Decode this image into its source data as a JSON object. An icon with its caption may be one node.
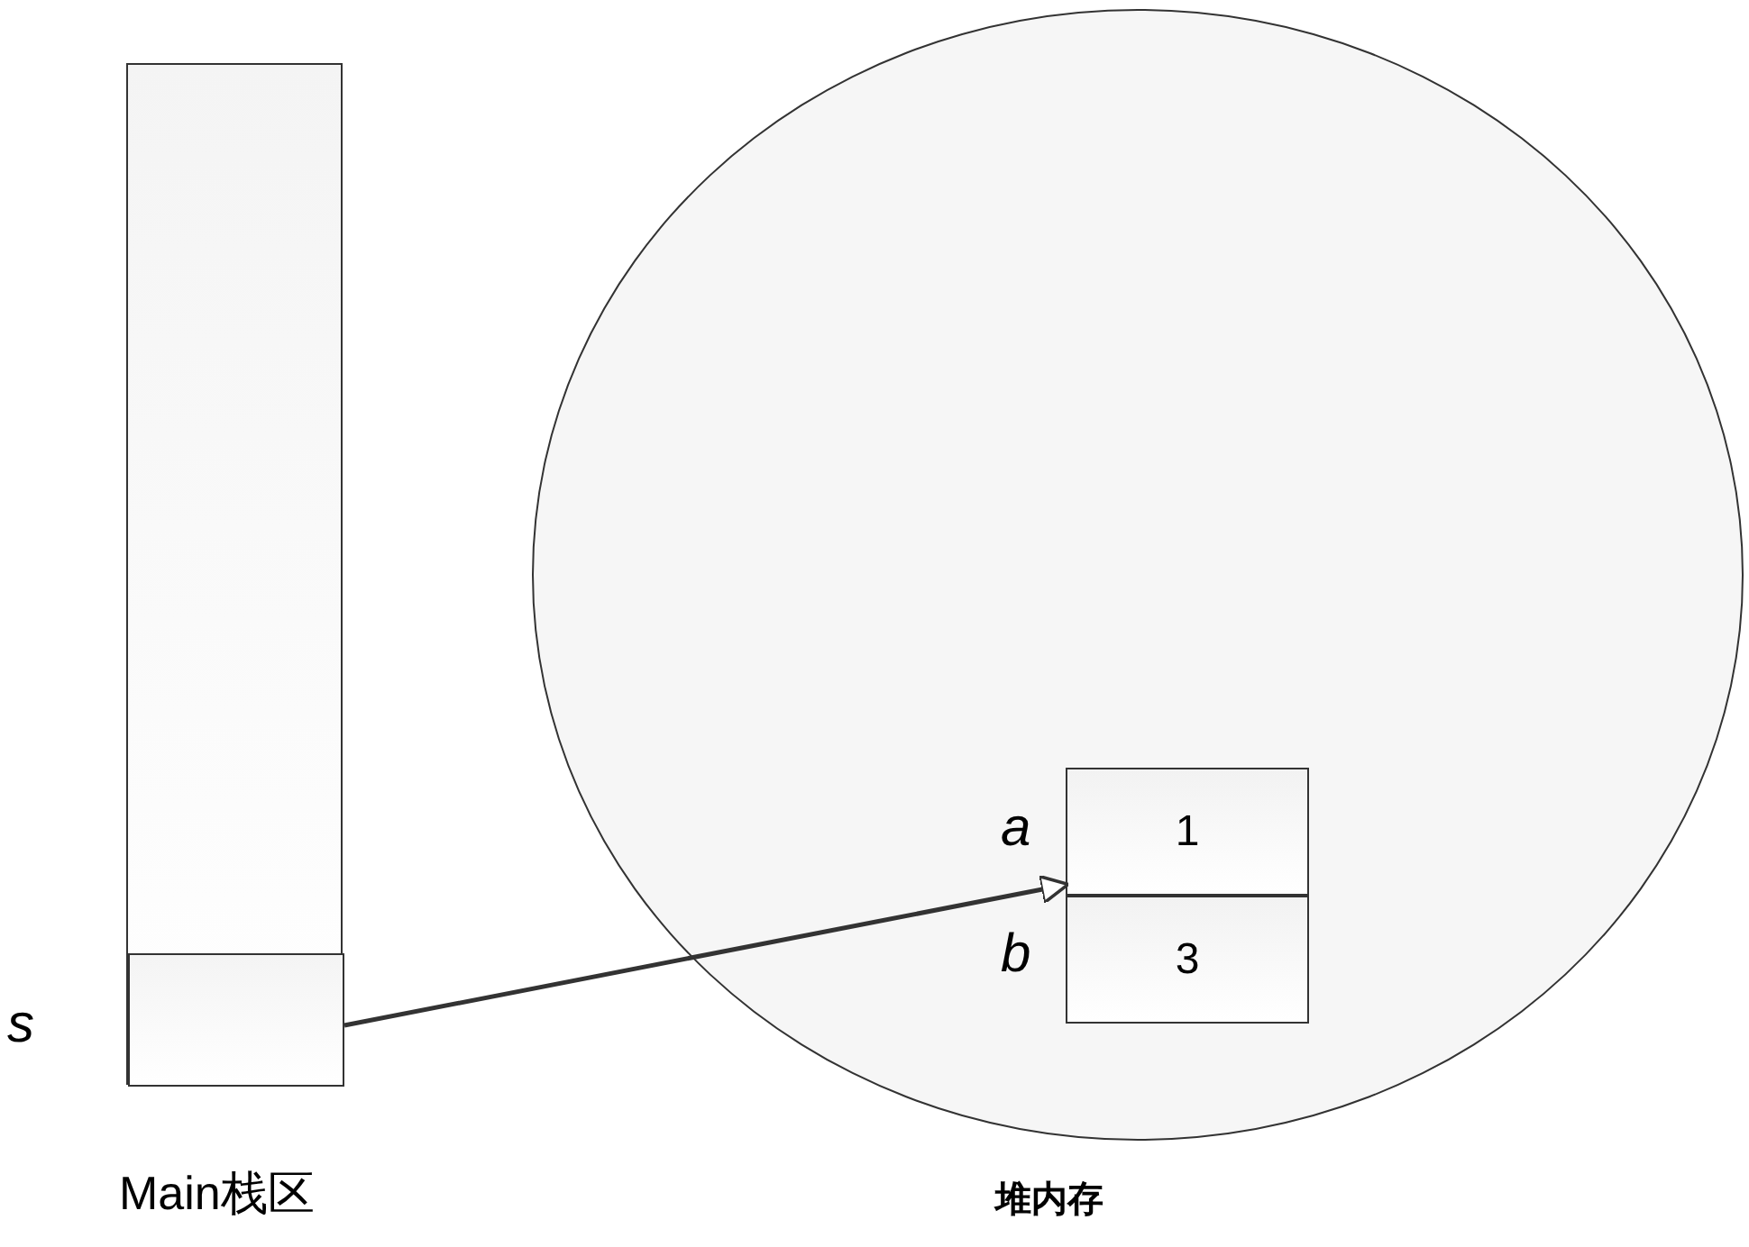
{
  "diagram": {
    "nodes": [
      {
        "text": [],
        "shape": "box",
        "beside": [
          "Main栈区"
        ]
      },
      {
        "text": [],
        "shape": "box",
        "in": 0,
        "beside": [
          "s"
        ]
      },
      {
        "text": [],
        "shape": "circle",
        "beside": [
          "堆内存"
        ]
      },
      {
        "text": [
          "1"
        ],
        "in": 2,
        "beside": [
          "a"
        ]
      },
      {
        "text": [
          "3"
        ],
        "in": 2,
        "beside": [
          "b"
        ]
      }
    ],
    "edges": [
      {
        "from": 1,
        "to": 3,
        "arrow": "to"
      }
    ]
  }
}
